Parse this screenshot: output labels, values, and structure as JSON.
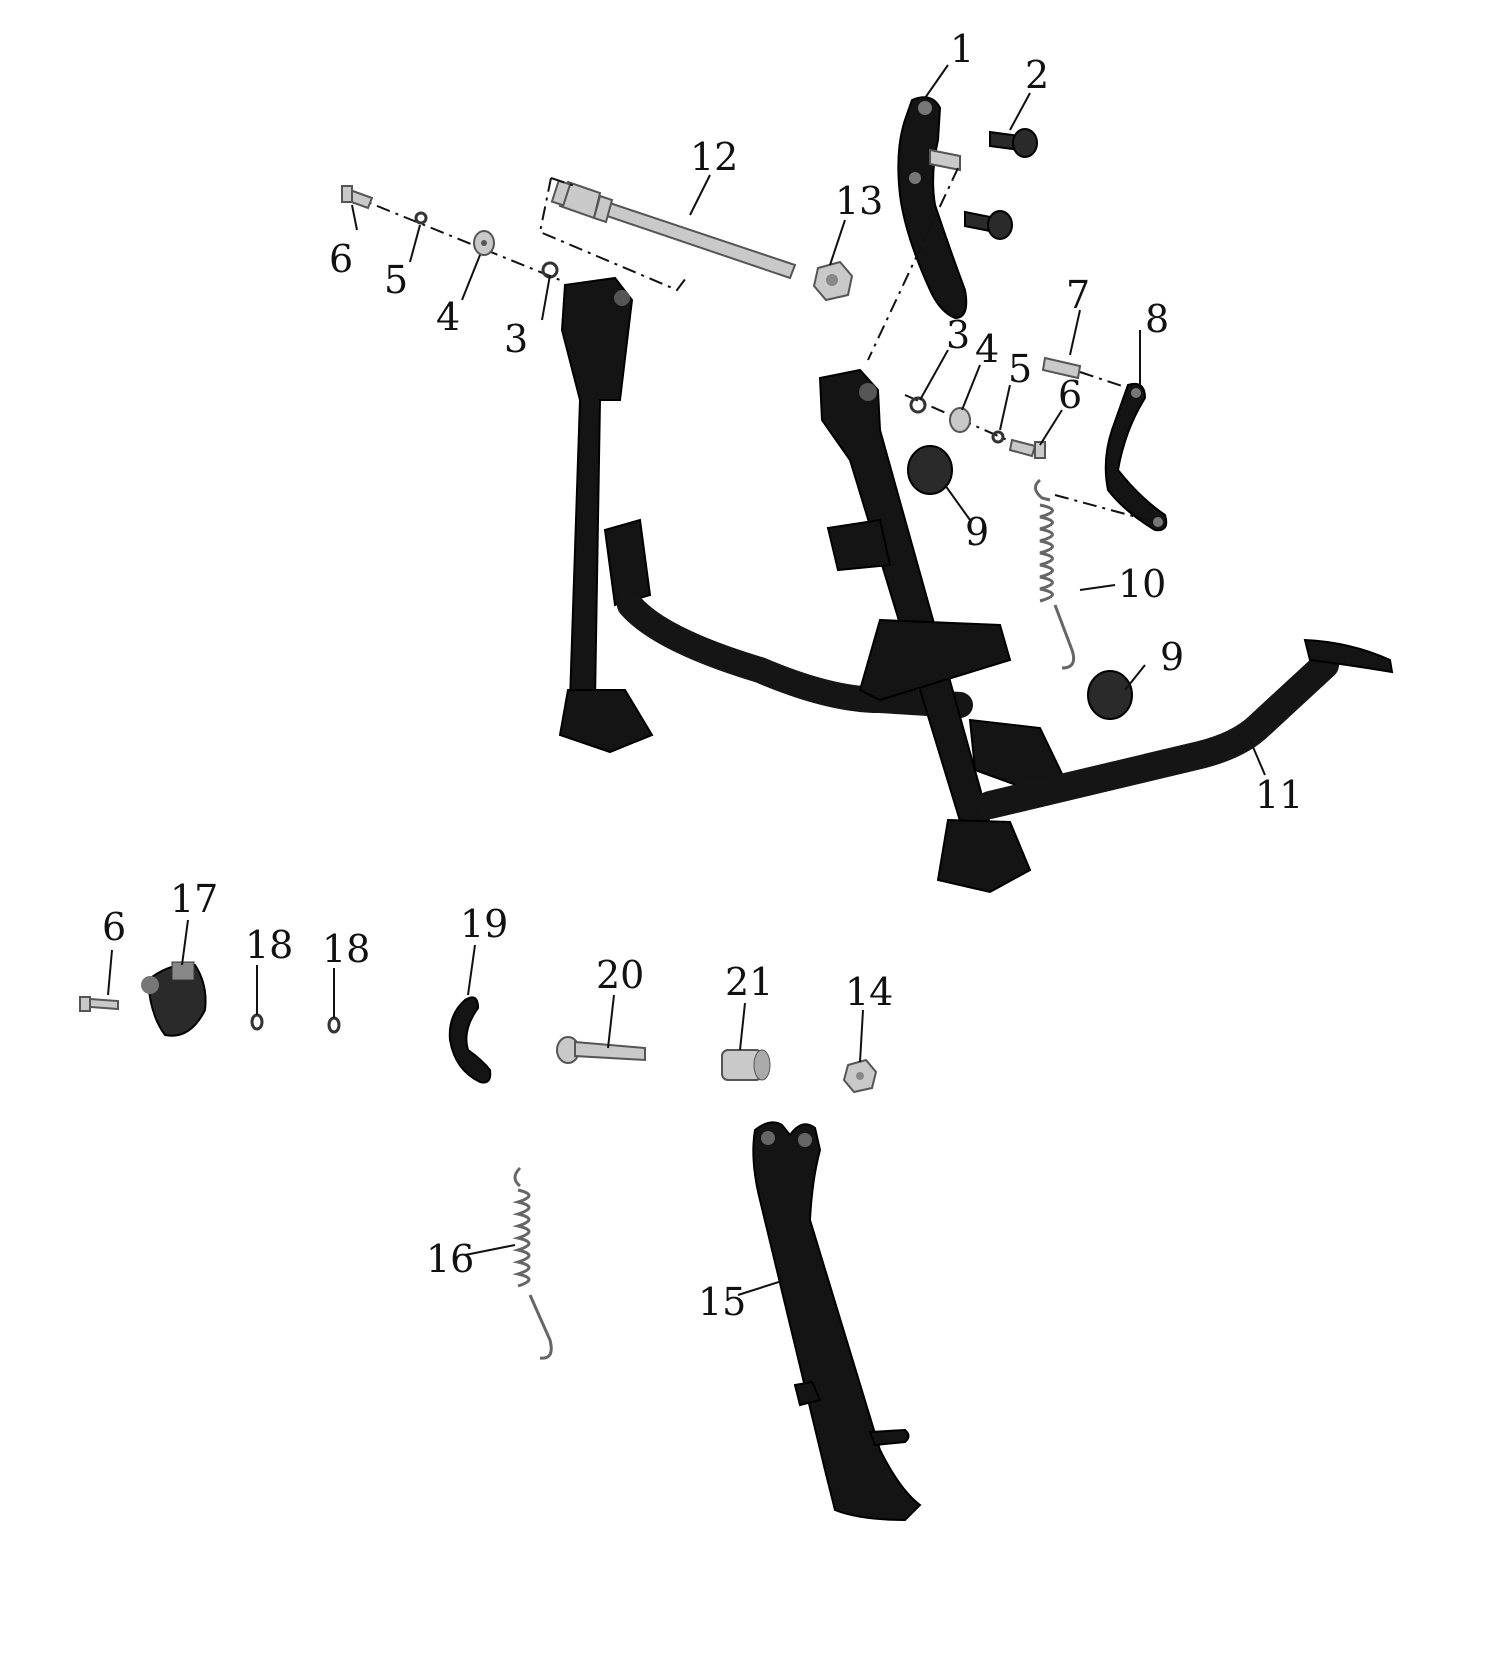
{
  "callouts": [
    {
      "id": "c1",
      "label": "1"
    },
    {
      "id": "c2",
      "label": "2"
    },
    {
      "id": "c3a",
      "label": "3"
    },
    {
      "id": "c3b",
      "label": "3"
    },
    {
      "id": "c4a",
      "label": "4"
    },
    {
      "id": "c4b",
      "label": "4"
    },
    {
      "id": "c5a",
      "label": "5"
    },
    {
      "id": "c5b",
      "label": "5"
    },
    {
      "id": "c6a",
      "label": "6"
    },
    {
      "id": "c6b",
      "label": "6"
    },
    {
      "id": "c6c",
      "label": "6"
    },
    {
      "id": "c7",
      "label": "7"
    },
    {
      "id": "c8",
      "label": "8"
    },
    {
      "id": "c9a",
      "label": "9"
    },
    {
      "id": "c9b",
      "label": "9"
    },
    {
      "id": "c10",
      "label": "10"
    },
    {
      "id": "c11",
      "label": "11"
    },
    {
      "id": "c12",
      "label": "12"
    },
    {
      "id": "c13",
      "label": "13"
    },
    {
      "id": "c14",
      "label": "14"
    },
    {
      "id": "c15",
      "label": "15"
    },
    {
      "id": "c16",
      "label": "16"
    },
    {
      "id": "c17",
      "label": "17"
    },
    {
      "id": "c18a",
      "label": "18"
    },
    {
      "id": "c18b",
      "label": "18"
    },
    {
      "id": "c19",
      "label": "19"
    },
    {
      "id": "c20",
      "label": "20"
    },
    {
      "id": "c21",
      "label": "21"
    }
  ]
}
